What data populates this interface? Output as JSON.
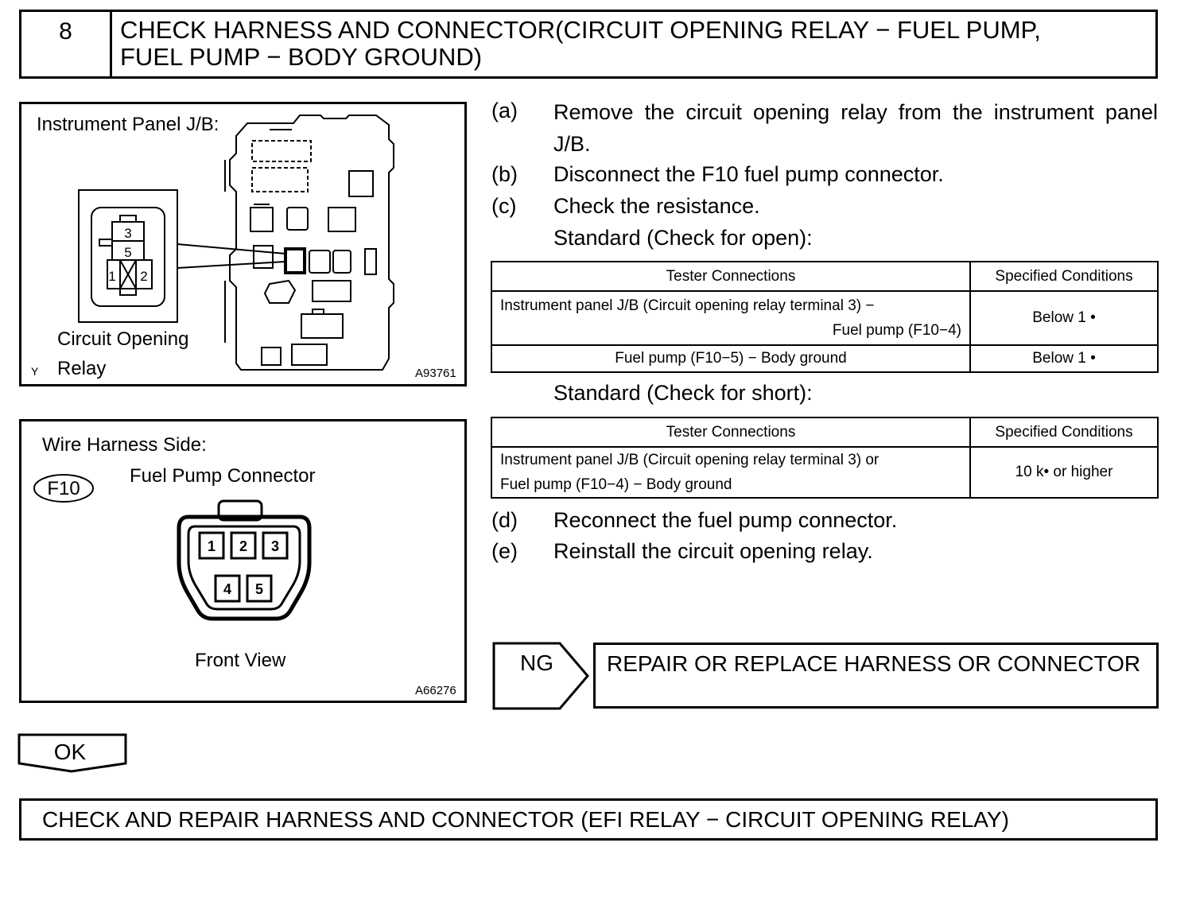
{
  "step": {
    "number": "8",
    "title": "CHECK HARNESS AND CONNECTOR(CIRCUIT OPENING RELAY − FUEL PUMP,\nFUEL PUMP − BODY GROUND)"
  },
  "figure1": {
    "label": "Instrument Panel J/B:",
    "caption_line1": "Circuit Opening",
    "caption_line2": "Relay",
    "corner_mark": "Y",
    "figure_id": "A93761",
    "relay_terminals": [
      "3",
      "5",
      "1",
      "2"
    ]
  },
  "figure2": {
    "label": "Wire Harness Side:",
    "connector_code": "F10",
    "connector_name": "Fuel Pump Connector",
    "pins": [
      "1",
      "2",
      "3",
      "4",
      "5"
    ],
    "view_label": "Front View",
    "figure_id": "A66276"
  },
  "instructions": {
    "a": {
      "letter": "(a)",
      "text": "Remove the circuit opening relay from the instrument panel J/B."
    },
    "b": {
      "letter": "(b)",
      "text": "Disconnect the F10 fuel pump connector."
    },
    "c": {
      "letter": "(c)",
      "text": "Check the resistance."
    },
    "standard_open": "Standard (Check for open):",
    "standard_short": "Standard (Check for short):",
    "d": {
      "letter": "(d)",
      "text": "Reconnect the fuel pump connector."
    },
    "e": {
      "letter": "(e)",
      "text": "Reinstall the circuit opening relay."
    }
  },
  "table_open": {
    "headers": [
      "Tester Connections",
      "Specified Conditions"
    ],
    "rows": [
      {
        "connection_line1": "Instrument panel J/B (Circuit opening relay terminal 3) −",
        "connection_line2": "Fuel pump (F10−4)",
        "condition": "Below 1 •"
      },
      {
        "connection": "Fuel pump (F10−5) − Body ground",
        "condition": "Below 1 •"
      }
    ]
  },
  "table_short": {
    "headers": [
      "Tester Connections",
      "Specified Conditions"
    ],
    "rows": [
      {
        "connection_line1": "Instrument panel J/B (Circuit opening relay terminal 3) or",
        "connection_line2": "Fuel pump (F10−4) − Body ground",
        "condition": "10 k•  or higher"
      }
    ]
  },
  "ng": {
    "label": "NG",
    "action": "REPAIR OR REPLACE HARNESS OR CONNECTOR"
  },
  "ok": {
    "label": "OK"
  },
  "next_step": "CHECK AND REPAIR HARNESS AND CONNECTOR (EFI RELAY − CIRCUIT OPENING RELAY)"
}
